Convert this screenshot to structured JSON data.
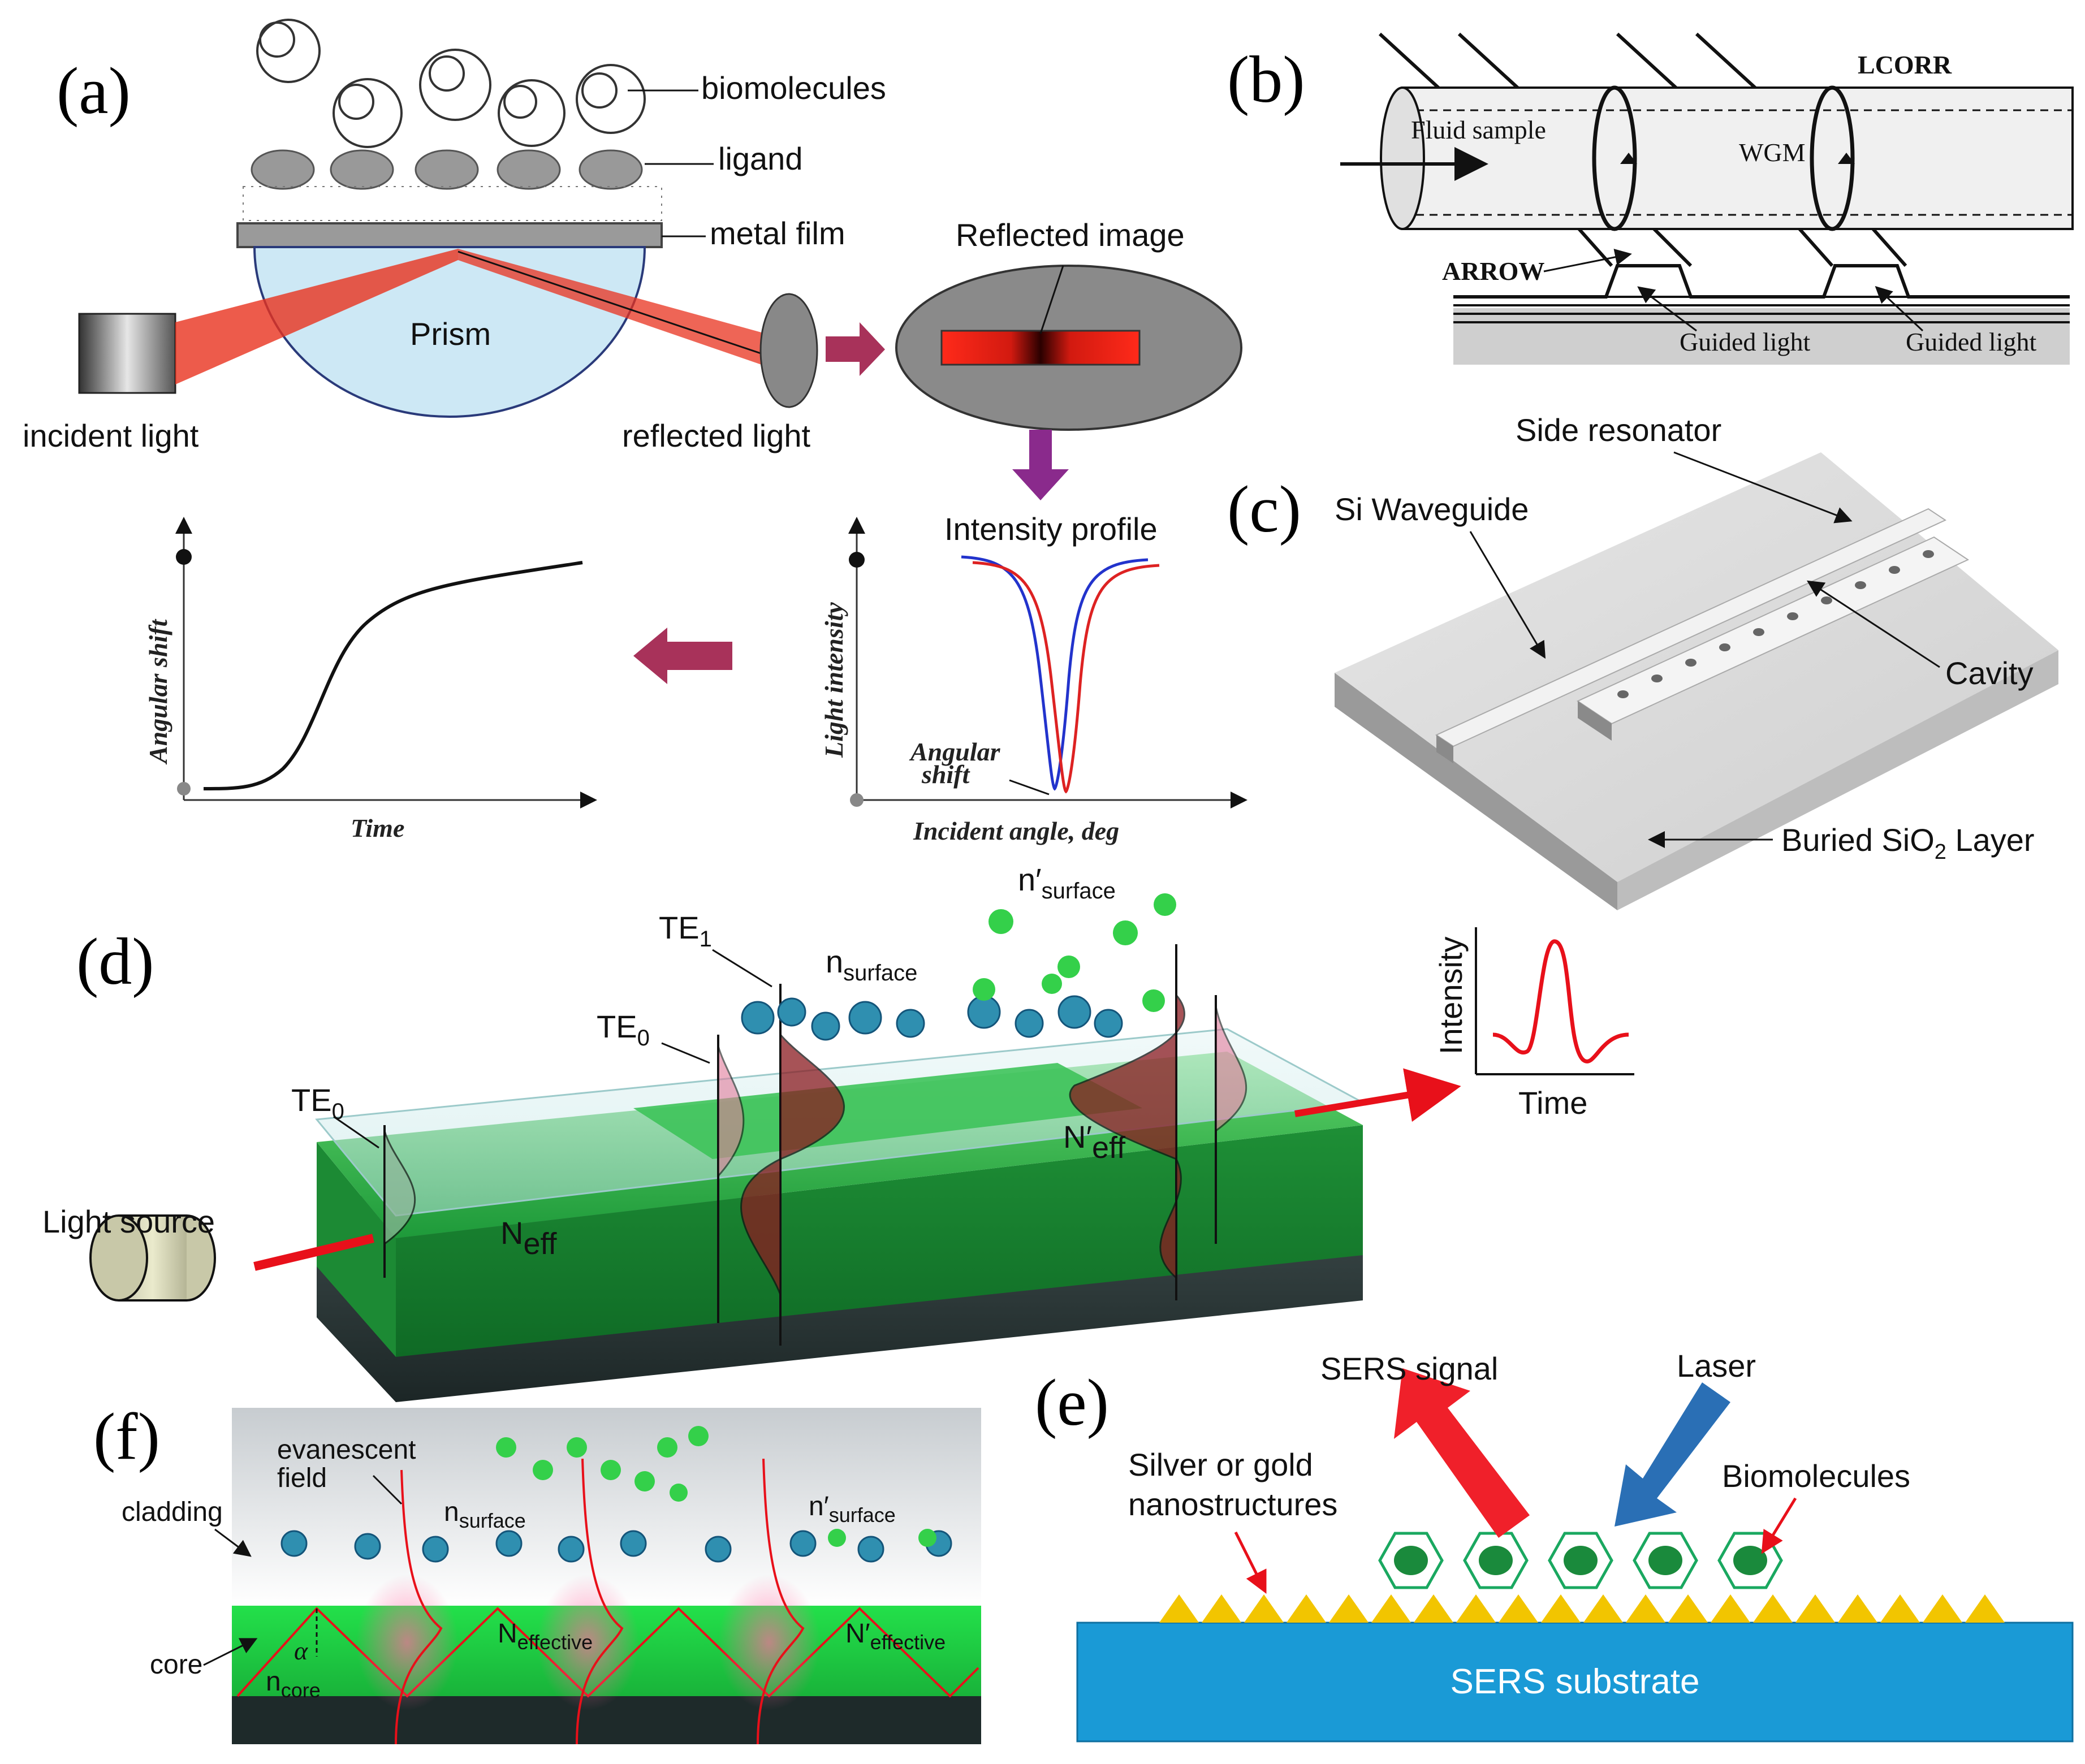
{
  "panels": {
    "a": {
      "label": "(a)",
      "biomolecules": "biomolecules",
      "ligand": "ligand",
      "metal_film": "metal film",
      "prism": "Prism",
      "incident_light": "incident light",
      "reflected_light": "reflected light",
      "reflected_image": "Reflected image",
      "intensity_profile": "Intensity profile",
      "light_intensity": "Light intensity",
      "incident_angle": "Incident angle, deg",
      "angular_shift_1": "Angular",
      "angular_shift_2": "shift",
      "angular_shift_axis": "Angular shift",
      "time": "Time"
    },
    "b": {
      "label": "(b)",
      "lcorr": "LCORR",
      "fluid_sample": "Fluid sample",
      "wgm": "WGM",
      "arrow": "ARROW",
      "guided_light_1": "Guided light",
      "guided_light_2": "Guided light"
    },
    "c": {
      "label": "(c)",
      "side_resonator": "Side resonator",
      "si_waveguide": "Si Waveguide",
      "cavity": "Cavity",
      "buried_pre": "Buried SiO",
      "buried_sub": "2",
      "buried_post": " Layer"
    },
    "d": {
      "label": "(d)",
      "te1_main": "TE",
      "te1_sub": "1",
      "te0a_main": "TE",
      "te0a_sub": "0",
      "te0b_main": "TE",
      "te0b_sub": "0",
      "n_surface_main": "n",
      "n_surface_sub": "surface",
      "n_prime_surface_main": "n′",
      "n_prime_surface_sub": "surface",
      "n_eff_main": "N",
      "n_eff_sub": "eff",
      "n_prime_eff_main": "N′",
      "n_prime_eff_sub": "eff",
      "light_source": "Light source",
      "intensity": "Intensity",
      "time": "Time"
    },
    "e": {
      "label": "(e)",
      "sers_signal": "SERS signal",
      "laser": "Laser",
      "silver_gold_1": "Silver or gold",
      "silver_gold_2": "nanostructures",
      "biomolecules": "Biomolecules",
      "sers_substrate": "SERS substrate"
    },
    "f": {
      "label": "(f)",
      "evanescent_1": "evanescent",
      "evanescent_2": "field",
      "cladding": "cladding",
      "core": "core",
      "alpha": "α",
      "n_core_main": "n",
      "n_core_sub": "core",
      "n_surface_main": "n",
      "n_surface_sub": "surface",
      "n_prime_surface_main": "n′",
      "n_prime_surface_sub": "surface",
      "n_effective_main": "N",
      "n_effective_sub": "effective",
      "n_prime_effective_main": "N′",
      "n_prime_effective_sub": "effective"
    }
  },
  "colors": {
    "prism": "#cde8f5",
    "laser_red": "#e8321e",
    "arrow_maroon": "#a8325a",
    "arrow_purple": "#8a2a8c",
    "green_core": "#26b34a",
    "sers_blue": "#1a9ad6",
    "gold": "#f2c500",
    "laser_blue": "#2a6fb5"
  }
}
